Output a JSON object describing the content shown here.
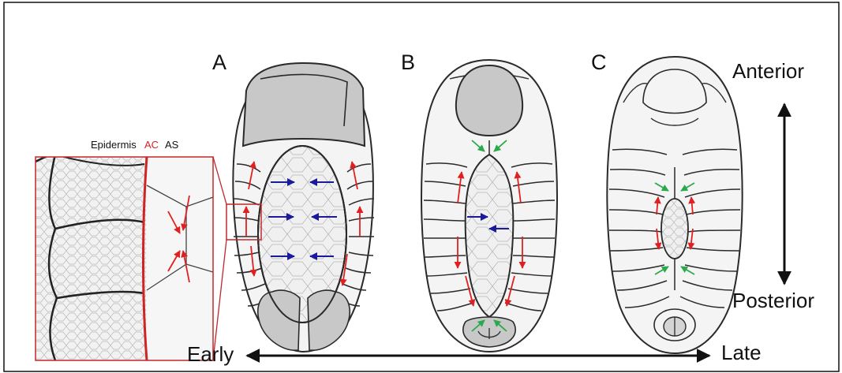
{
  "panels": {
    "a": "A",
    "b": "B",
    "c": "C"
  },
  "inset": {
    "epidermis": "Epidermis",
    "ac": "AC",
    "as": "AS"
  },
  "axis": {
    "anterior": "Anterior",
    "posterior": "Posterior",
    "early": "Early",
    "late": "Late"
  },
  "colors": {
    "outline": "#2a2a2a",
    "yolk_fill": "#c8c8c8",
    "body_fill": "#f4f4f4",
    "amnioserosa_fill": "#f0f0f0",
    "cell_lines": "#b8b8b8",
    "leading_edge_arrows": "#e02020",
    "amnioserosa_arrows": "#1a1a9a",
    "zipping_arrows": "#2aaa4a",
    "inset_box": "#c0282a"
  },
  "icons": {
    "timeline": "double-headed-arrow-horizontal",
    "ap_axis": "double-headed-arrow-vertical"
  }
}
